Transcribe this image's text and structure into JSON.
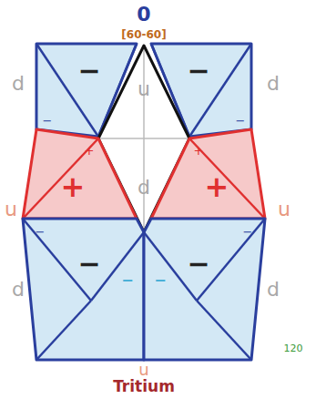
{
  "diagram": {
    "title": "0",
    "caption": "Tritium",
    "nodes": [
      {
        "text": [
          "−"
        ]
      },
      {
        "text": [
          "−"
        ]
      },
      {
        "text": [
          "u",
          "d"
        ]
      },
      {
        "text": [
          "+"
        ]
      },
      {
        "text": [
          "+"
        ]
      },
      {
        "text": [
          "−"
        ]
      },
      {
        "text": [
          "−"
        ]
      }
    ],
    "labels": [
      "[60-60]",
      "d",
      "d",
      "u",
      "u",
      "d",
      "d",
      "u",
      "120",
      "−",
      "−",
      "+",
      "+",
      "−",
      "−",
      "−",
      "−"
    ]
  }
}
